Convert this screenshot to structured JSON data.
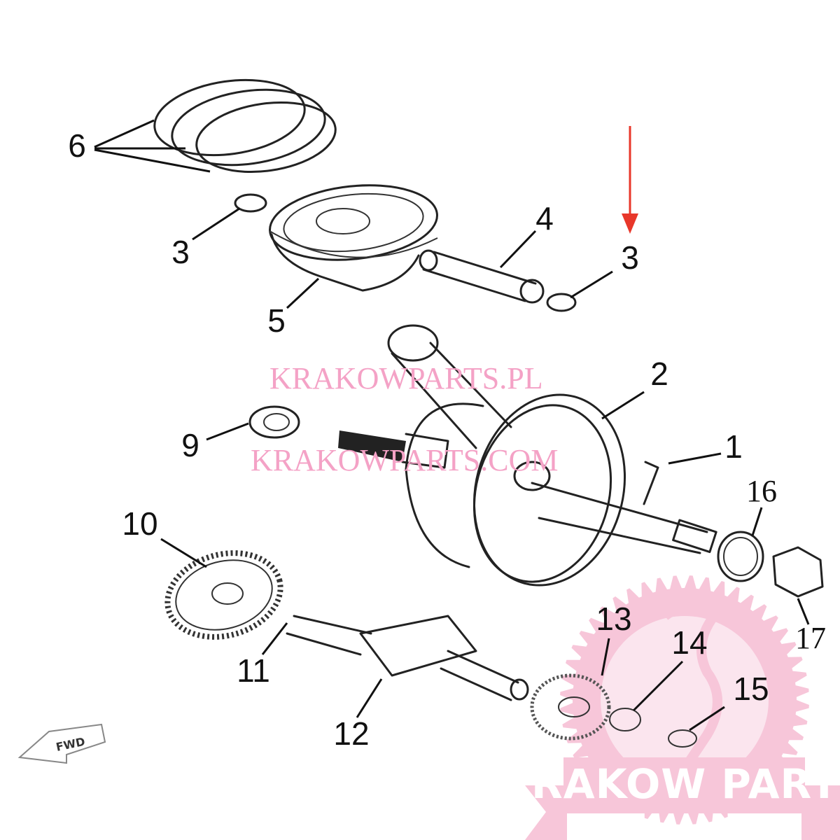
{
  "diagram": {
    "labels": {
      "p1": "1",
      "p2": "2",
      "p3a": "3",
      "p3b": "3",
      "p4": "4",
      "p5": "5",
      "p6": "6",
      "p9": "9",
      "p10": "10",
      "p11": "11",
      "p12": "12",
      "p13": "13",
      "p14": "14",
      "p15": "15",
      "p16": "16",
      "p17": "17"
    },
    "direction_marker": "FWD",
    "highlight_arrow_color": "#e8372a"
  },
  "watermarks": {
    "line1": "KRAKOWPARTS.PL",
    "line2": "KRAKOWPARTS.COM",
    "color": "#f4a2c6"
  },
  "logo": {
    "text": "KRAKOW PARTS",
    "color": "#f7c6d9"
  }
}
